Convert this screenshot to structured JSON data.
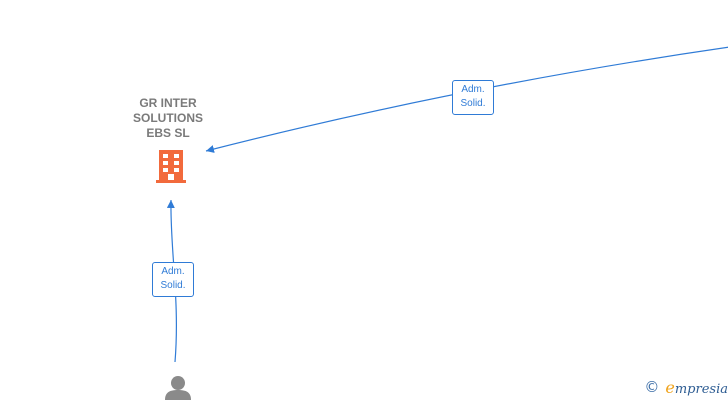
{
  "diagram": {
    "company": {
      "name": "GR INTER\nSOLUTIONS\nEBS  SL",
      "icon": "building-icon",
      "icon_color": "#f26a3c"
    },
    "edges": [
      {
        "from": "offscreen-entity",
        "to": "company",
        "label_line1": "Adm.",
        "label_line2": "Solid."
      },
      {
        "from": "person",
        "to": "company",
        "label_line1": "Adm.",
        "label_line2": "Solid."
      }
    ],
    "person": {
      "icon": "person-icon",
      "icon_color": "#8a8a8a"
    },
    "edge_color": "#2f7bd6"
  },
  "watermark": {
    "copyright_symbol": "©",
    "brand_first_letter": "e",
    "brand_rest": "mpresia",
    "brand_color": "#2e5d93",
    "accent_color": "#f0a31b"
  }
}
